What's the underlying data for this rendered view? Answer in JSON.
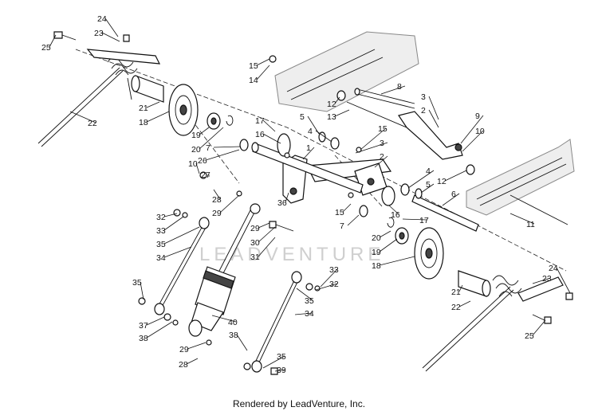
{
  "footer": "Rendered by LeadVenture, Inc.",
  "watermark": "LEADVENTURE",
  "callouts": [
    {
      "num": "24"
    },
    {
      "num": "23"
    },
    {
      "num": "25"
    },
    {
      "num": "21"
    },
    {
      "num": "18"
    },
    {
      "num": "22"
    },
    {
      "num": "19"
    },
    {
      "num": "20"
    },
    {
      "num": "17"
    },
    {
      "num": "16"
    },
    {
      "num": "7"
    },
    {
      "num": "26"
    },
    {
      "num": "10"
    },
    {
      "num": "27"
    },
    {
      "num": "28"
    },
    {
      "num": "29"
    },
    {
      "num": "32"
    },
    {
      "num": "33"
    },
    {
      "num": "35"
    },
    {
      "num": "34"
    },
    {
      "num": "36"
    },
    {
      "num": "1"
    },
    {
      "num": "15"
    },
    {
      "num": "14"
    },
    {
      "num": "5"
    },
    {
      "num": "4"
    },
    {
      "num": "15"
    },
    {
      "num": "3"
    },
    {
      "num": "2"
    },
    {
      "num": "12"
    },
    {
      "num": "13"
    },
    {
      "num": "8"
    },
    {
      "num": "3"
    },
    {
      "num": "2"
    },
    {
      "num": "9"
    },
    {
      "num": "10"
    },
    {
      "num": "12"
    },
    {
      "num": "4"
    },
    {
      "num": "5"
    },
    {
      "num": "6"
    },
    {
      "num": "11"
    },
    {
      "num": "15"
    },
    {
      "num": "16"
    },
    {
      "num": "17"
    },
    {
      "num": "7"
    },
    {
      "num": "20"
    },
    {
      "num": "19"
    },
    {
      "num": "18"
    },
    {
      "num": "29"
    },
    {
      "num": "30"
    },
    {
      "num": "31"
    },
    {
      "num": "35"
    },
    {
      "num": "37"
    },
    {
      "num": "38"
    },
    {
      "num": "40"
    },
    {
      "num": "29"
    },
    {
      "num": "38"
    },
    {
      "num": "28"
    },
    {
      "num": "33"
    },
    {
      "num": "32"
    },
    {
      "num": "35"
    },
    {
      "num": "34"
    },
    {
      "num": "35"
    },
    {
      "num": "39"
    },
    {
      "num": "24"
    },
    {
      "num": "23"
    },
    {
      "num": "21"
    },
    {
      "num": "22"
    },
    {
      "num": "25"
    }
  ]
}
